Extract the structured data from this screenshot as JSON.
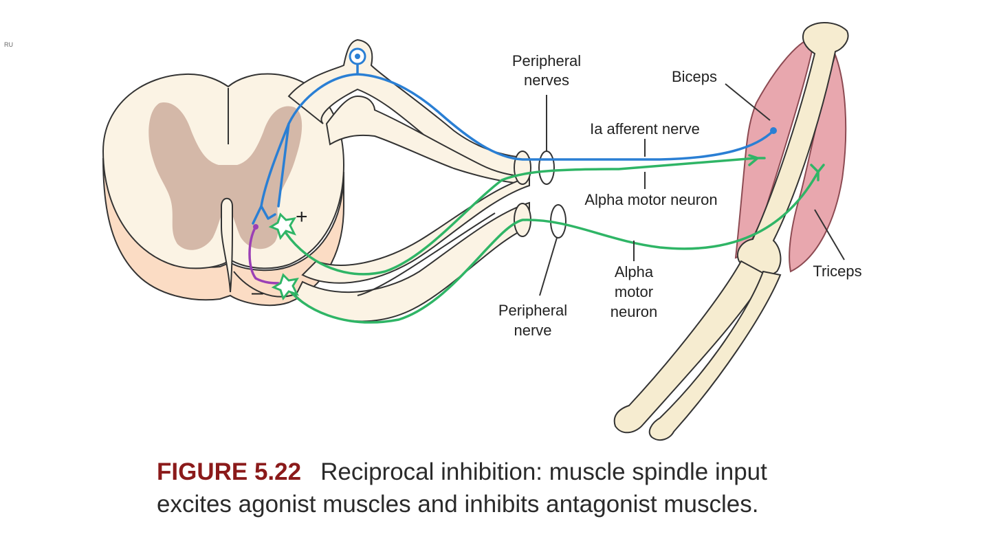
{
  "corner_text": "RU",
  "labels": {
    "peripheral_nerves": [
      "Peripheral",
      "nerves"
    ],
    "biceps": "Biceps",
    "ia_afferent": "Ia afferent nerve",
    "alpha_motor_neuron_top": "Alpha motor neuron",
    "alpha_motor_neuron_bottom": [
      "Alpha",
      "motor",
      "neuron"
    ],
    "peripheral_nerve": [
      "Peripheral",
      "nerve"
    ],
    "triceps": "Triceps",
    "plus": "+",
    "minus": "–"
  },
  "caption": {
    "figure_label": "FIGURE 5.22",
    "text": "Reciprocal inhibition: muscle spindle input excites agonist muscles and inhibits antagonist muscles."
  },
  "colors": {
    "afferent": "#2a7fd4",
    "motor": "#2fb566",
    "inhibitory": "#9b3fb5",
    "grey_matter": "#d4b8a8",
    "white_matter": "#fbf3e4",
    "muscle": "#e8a7ae",
    "bone": "#f6ecd0",
    "figure_label": "#8b1a1a"
  }
}
